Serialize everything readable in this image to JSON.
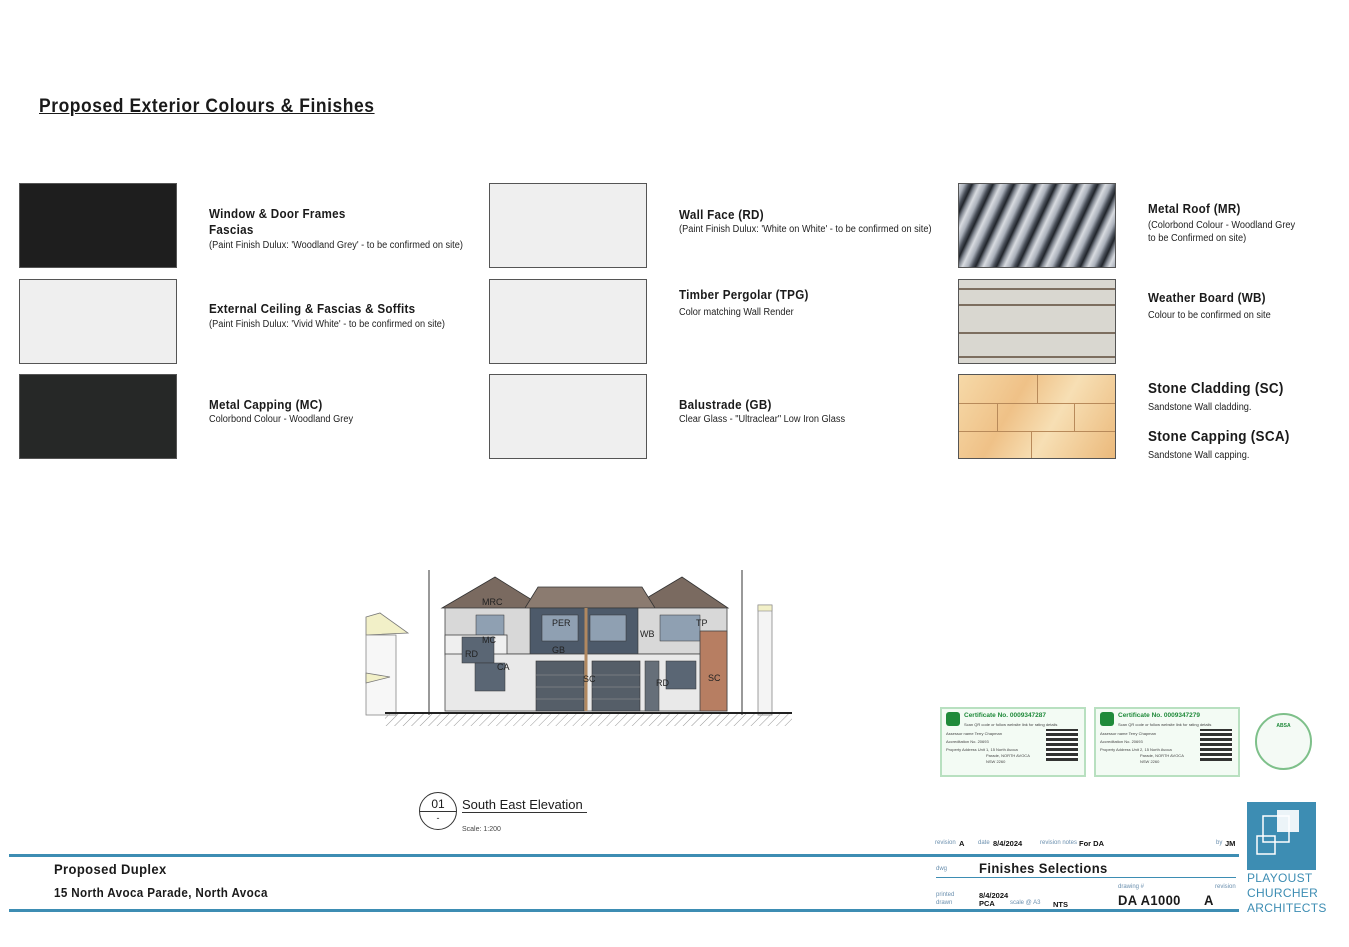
{
  "page": {
    "title": "Proposed Exterior Colours & Finishes"
  },
  "finishes": [
    {
      "title_line1": "Window & Door Frames",
      "title_line2": "Fascias",
      "desc": "(Paint Finish Dulux: 'Woodland Grey' - to be confirmed on site)",
      "swatch": "#1e1e1e"
    },
    {
      "title_line1": "External Ceiling & Fascias & Soffits",
      "desc": "(Paint Finish Dulux: 'Vivid White' - to be confirmed on site)",
      "swatch": "#efefef"
    },
    {
      "title_line1": "Metal Capping (MC)",
      "desc": "Colorbond Colour - Woodland Grey",
      "swatch": "#262827"
    },
    {
      "title_line1": "Wall Face (RD)",
      "desc": "(Paint Finish Dulux: 'White on White' - to be confirmed on site)",
      "swatch": "#efefef"
    },
    {
      "title_line1": "Timber Pergolar (TPG)",
      "desc": "Color matching Wall Render",
      "swatch": "#efefef"
    },
    {
      "title_line1": "Balustrade (GB)",
      "desc": "Clear Glass - \"Ultraclear\" Low Iron Glass",
      "swatch": "#efefef"
    },
    {
      "title_line1": "Metal Roof (MR)",
      "desc_line1": "(Colorbond Colour - Woodland Grey",
      "desc_line2": "to be Confirmed on site)"
    },
    {
      "title_line1": "Weather Board (WB)",
      "desc": "Colour to be confirmed on site"
    },
    {
      "title_line1": "Stone Cladding (SC)",
      "desc": "Sandstone Wall cladding."
    },
    {
      "title_line1": "Stone Capping (SCA)",
      "desc": "Sandstone Wall capping."
    }
  ],
  "elevation": {
    "labels": [
      "MRC",
      "PER",
      "TP",
      "MC",
      "WB",
      "RD",
      "GB",
      "CA",
      "SC",
      "RD",
      "SC"
    ],
    "number": "01",
    "sub": "-",
    "name": "South East Elevation",
    "scale": "Scale: 1:200"
  },
  "certificates": [
    {
      "title": "Certificate No. 0009347287",
      "l1": "Scan QR code or follow website link for rating details",
      "l2": "Assessor name     Terry Chapman",
      "l3": "Accreditation No.   20693",
      "l4": "Property Address   Unit 1, 15 North Avoca",
      "l5": "Parade, NORTH AVOCA",
      "l6": "NSW 2260"
    },
    {
      "title": "Certificate No. 0009347279",
      "l1": "Scan QR code or follow website link for rating details",
      "l2": "Assessor name     Terry Chapman",
      "l3": "Accreditation No.   20693",
      "l4": "Property Address   Unit 2, 15 North Avoca",
      "l5": "Parade, NORTH AVOCA",
      "l6": "NSW 2260"
    }
  ],
  "seal": {
    "text": "ABSA"
  },
  "title_block": {
    "revision_label": "revision",
    "revision": "A",
    "date_label": "date",
    "date": "8/4/2024",
    "revision_notes_label": "revision notes",
    "revision_notes": "For DA",
    "by_label": "by",
    "by": "JM",
    "project": "Proposed Duplex",
    "address": "15 North Avoca Parade, North Avoca",
    "dwg_label": "dwg",
    "dwg": "Finishes Selections",
    "printed_label": "printed",
    "printed": "8/4/2024",
    "drawn_label": "drawn",
    "drawn": "PCA",
    "scale_label": "scale @ A3",
    "scale": "NTS",
    "drawing_no_label": "drawing #",
    "drawing_no": "DA A1000",
    "rev_label": "revision",
    "rev": "A"
  },
  "firm": {
    "line1": "PLAYOUST",
    "line2": "CHURCHER",
    "line3": "ARCHITECTS"
  }
}
